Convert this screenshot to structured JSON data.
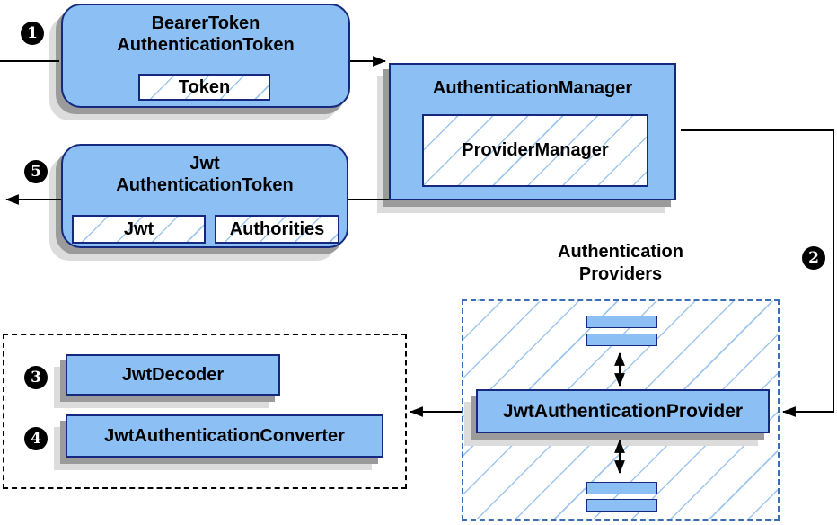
{
  "nodes": {
    "bearer": {
      "line1": "BearerToken",
      "line2": "AuthenticationToken",
      "chip": "Token"
    },
    "manager": {
      "title": "AuthenticationManager",
      "inner": "ProviderManager"
    },
    "jwt": {
      "line1": "Jwt",
      "line2": "AuthenticationToken",
      "chip_jwt": "Jwt",
      "chip_auth": "Authorities"
    },
    "providers": {
      "label1": "Authentication",
      "label2": "Providers",
      "provider_box": "JwtAuthenticationProvider"
    },
    "decoder": {
      "jwt_decoder": "JwtDecoder",
      "jwt_converter": "JwtAuthenticationConverter"
    }
  },
  "steps": {
    "s1": "1",
    "s2": "2",
    "s3": "3",
    "s4": "4",
    "s5": "5"
  },
  "colors": {
    "box_fill": "#8cc0f5",
    "box_border": "#15297e",
    "hatch_line": "#9fc6ee",
    "providers_dash": "#3c6eb4",
    "decoder_dash": "#000000",
    "shadow_dark": "#9b9b9b",
    "shadow_light": "#dcdcdc",
    "connector": "#000000",
    "badge_bg": "#000000",
    "badge_text": "#ffffff"
  }
}
